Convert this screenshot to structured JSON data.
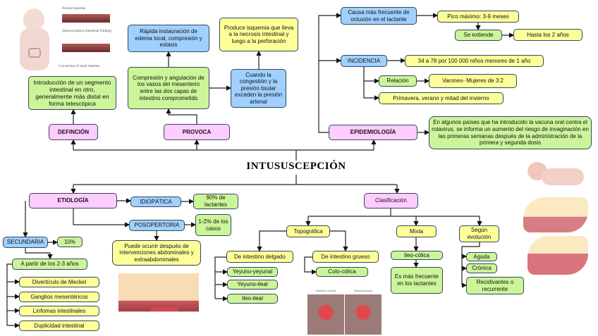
{
  "title": "INTUSUSCEPCIÓN",
  "definicion": {
    "label": "DEFINCIÓN",
    "text": "Introducción de un segmento intestinal en otro, generalmente más distal en forma telescópica"
  },
  "provoca": {
    "label": "PROVOCA",
    "compresion": "Compresión y angulación de los vasos del mesenterio entre las dos capas de intestino comprometido",
    "rapida": "Rápida instauración de edema local, compresión y estasis",
    "cuando": "Cuando la congestión y la presión tisular exceden la presión arterial",
    "produce": "Produce isquemia que lleva a la necrosis intestinal y luego a la perforación"
  },
  "epidemiologia": {
    "label": "EPIDEMIOLOGÍA",
    "causa": "Causa más frecuente de oclusión en el lactante",
    "pico": "Pico máximo: 3-9 meses",
    "extiende": "Se extiende",
    "hasta": "Hasta los 2 años",
    "incidencia": "INCIDENCIA",
    "incidencia_valor": "34 a 78 por 100 000 niños menores de 1 año",
    "relacion": "Relación",
    "varones": "Varones- Mujeres de 3:2",
    "estacion": "Primavera, verano y mitad del invierno",
    "vacuna": "En algunos países que ha introducido la vacuna oral contra el rotavirus, se informa un aumento del riesgo de invaginación en las primeras semanas después de la administración de la primera y segunda dosis"
  },
  "etiologia": {
    "label": "ETIOLOGÍA",
    "idiopatica": "IDIOPÁTICA",
    "idiopatica_pct": "90% de lactantes",
    "posopertoria": "POSOPERTORIA",
    "posopertoria_pct": "1-2% de los casos",
    "posopertoria_text": "Puede ocurrir después de intervenciones abdominales y extraabdominales",
    "secundaria": "SECUNDARIA",
    "secundaria_pct": "10%",
    "a_partir": "A partir de los 2-3 años",
    "causas": [
      "Divertículo de Meckel",
      "Ganglios mesentéricos",
      "Linfomas intestinales",
      "Duplicidad intestinal"
    ]
  },
  "clasificacion": {
    "label": "Clasificación",
    "topografica": "Topográfica",
    "delgado": "De intestino delgado",
    "delgado_items": [
      "Yeyuno-yeyunal",
      "Yeyuno-ileal",
      "Ileo-ileal"
    ],
    "grueso": "De intestino grueso",
    "grueso_items": [
      "Colo-cólica"
    ],
    "mixta": "Mixta",
    "ileocolica": "Ileo-cólica",
    "ileocolica_nota": "Es más frecuente en los lactantes",
    "evolucion": "Según evolución",
    "evolucion_items": [
      "Aguda",
      "Crónica",
      "Recidivantes o recurrente"
    ]
  },
  "images": {
    "top_left_labels": [
      "Normal intestine",
      "Intussusception (intestinal folding)",
      "Cut-section of small intestine"
    ],
    "bottom_labels": [
      "Intestino normal",
      "Intususcepción"
    ]
  },
  "colors": {
    "green": "#ccf59a",
    "blue": "#9fd0ff",
    "yellow": "#ffff99",
    "pink": "#ffccff"
  }
}
